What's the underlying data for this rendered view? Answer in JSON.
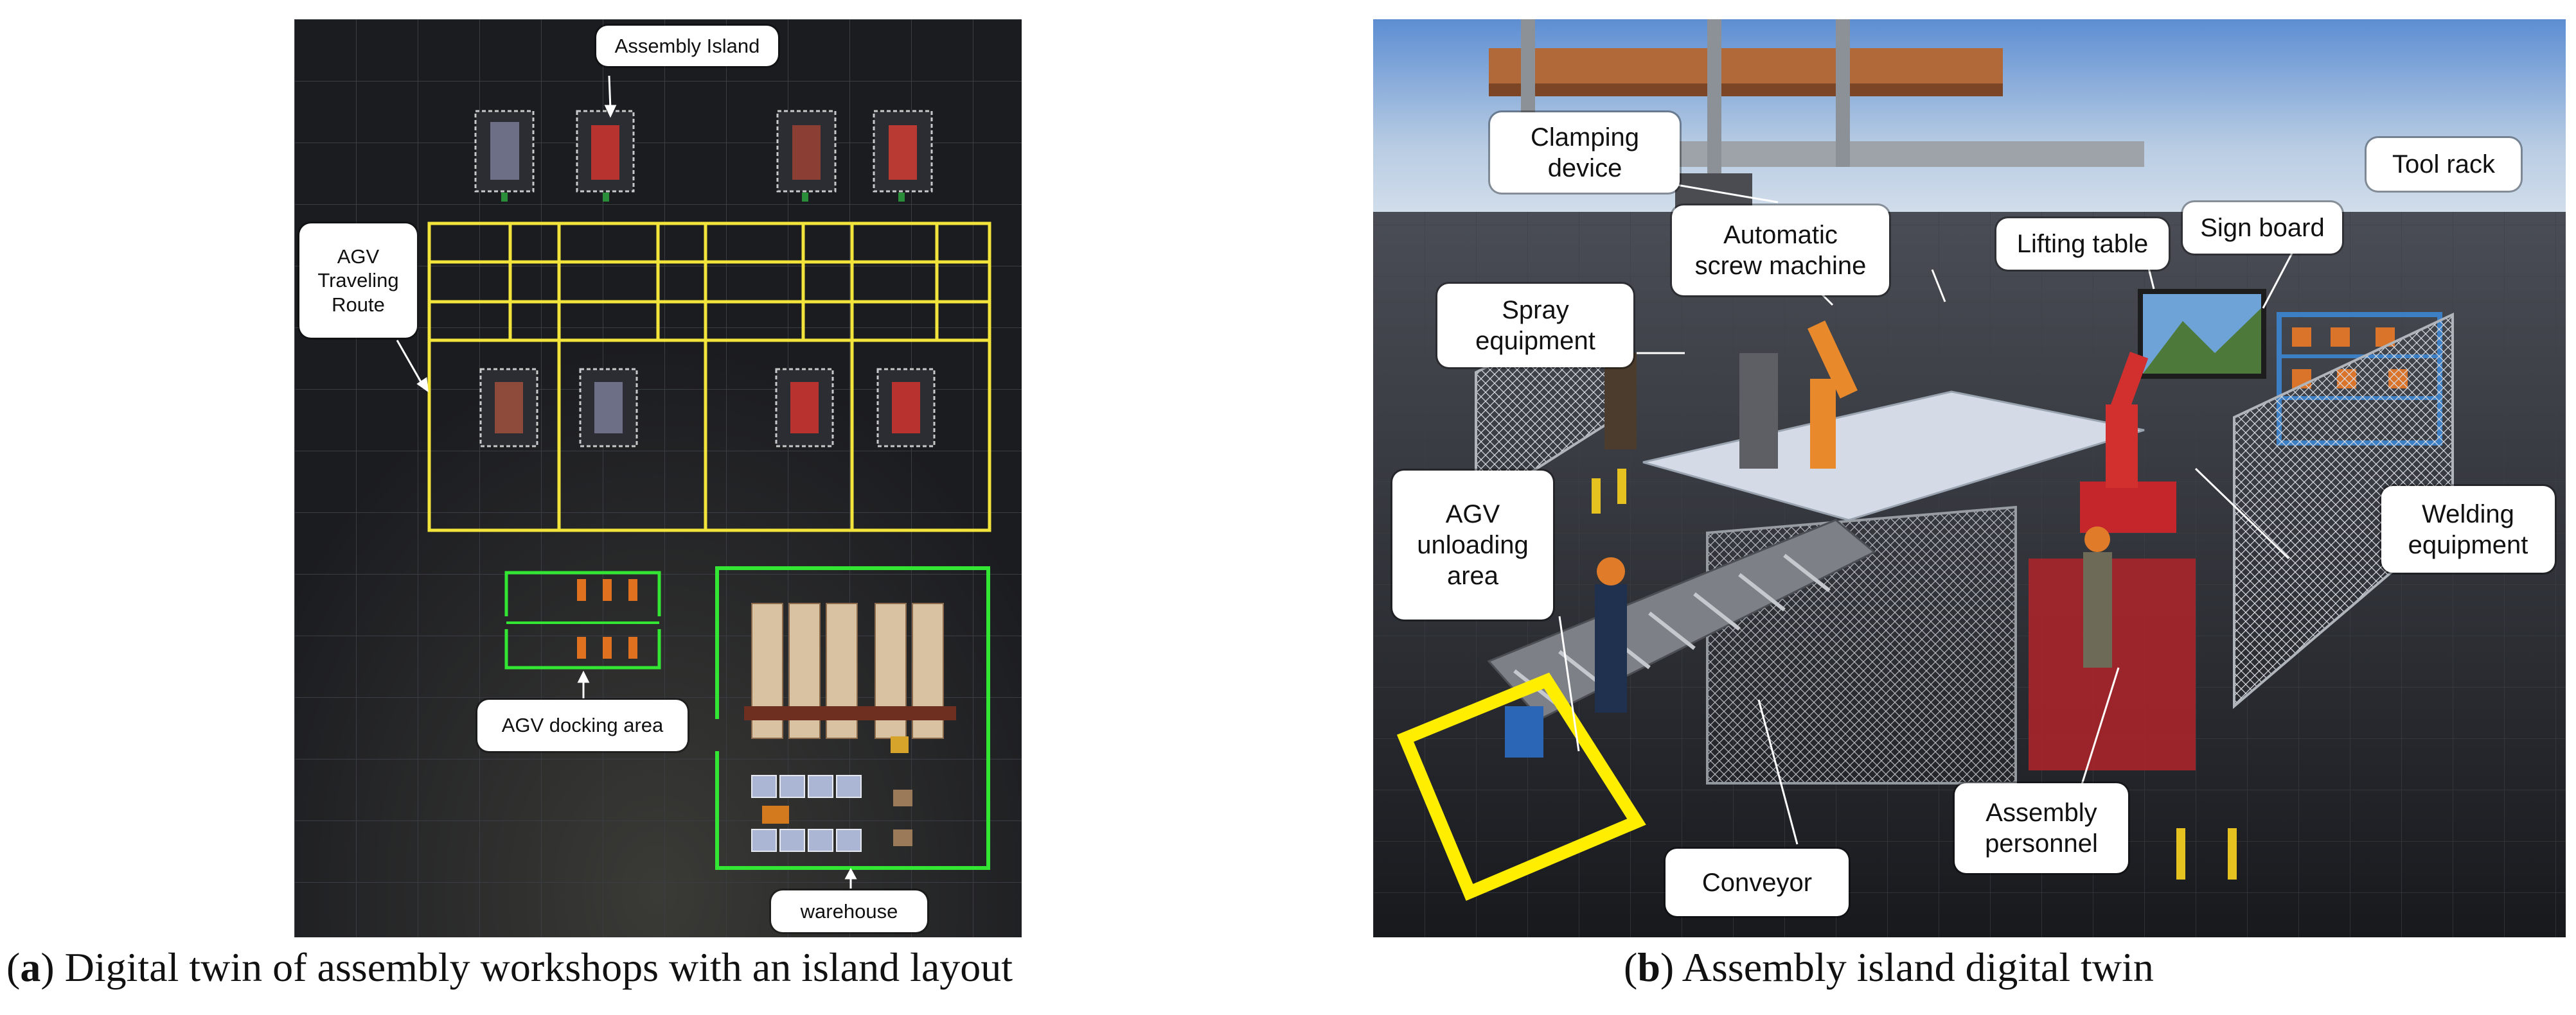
{
  "panel_a": {
    "caption_letter": "a",
    "caption_text": " Digital twin of assembly workshops with an island layout",
    "labels": {
      "assembly_island": "Assembly Island",
      "agv_route": "AGV\nTraveling\nRoute",
      "agv_docking": "AGV docking area",
      "warehouse": "warehouse"
    }
  },
  "panel_b": {
    "caption_letter": "b",
    "caption_text": " Assembly island digital twin",
    "labels": {
      "clamping": "Clamping\ndevice",
      "tool_rack": "Tool rack",
      "screw": "Automatic\nscrew machine",
      "lifting": "Lifting table",
      "sign": "Sign board",
      "spray": "Spray\nequipment",
      "agv_unloading": "AGV\nunloading\narea",
      "welding": "Welding\nequipment",
      "assembly_personnel": "Assembly\npersonnel",
      "conveyor": "Conveyor"
    }
  },
  "colors": {
    "route": "#f2e43a",
    "docking": "#33e633",
    "agv_zone": "#ffee00",
    "floor_a": "#1f2024",
    "sky": "#6f9ad6"
  }
}
